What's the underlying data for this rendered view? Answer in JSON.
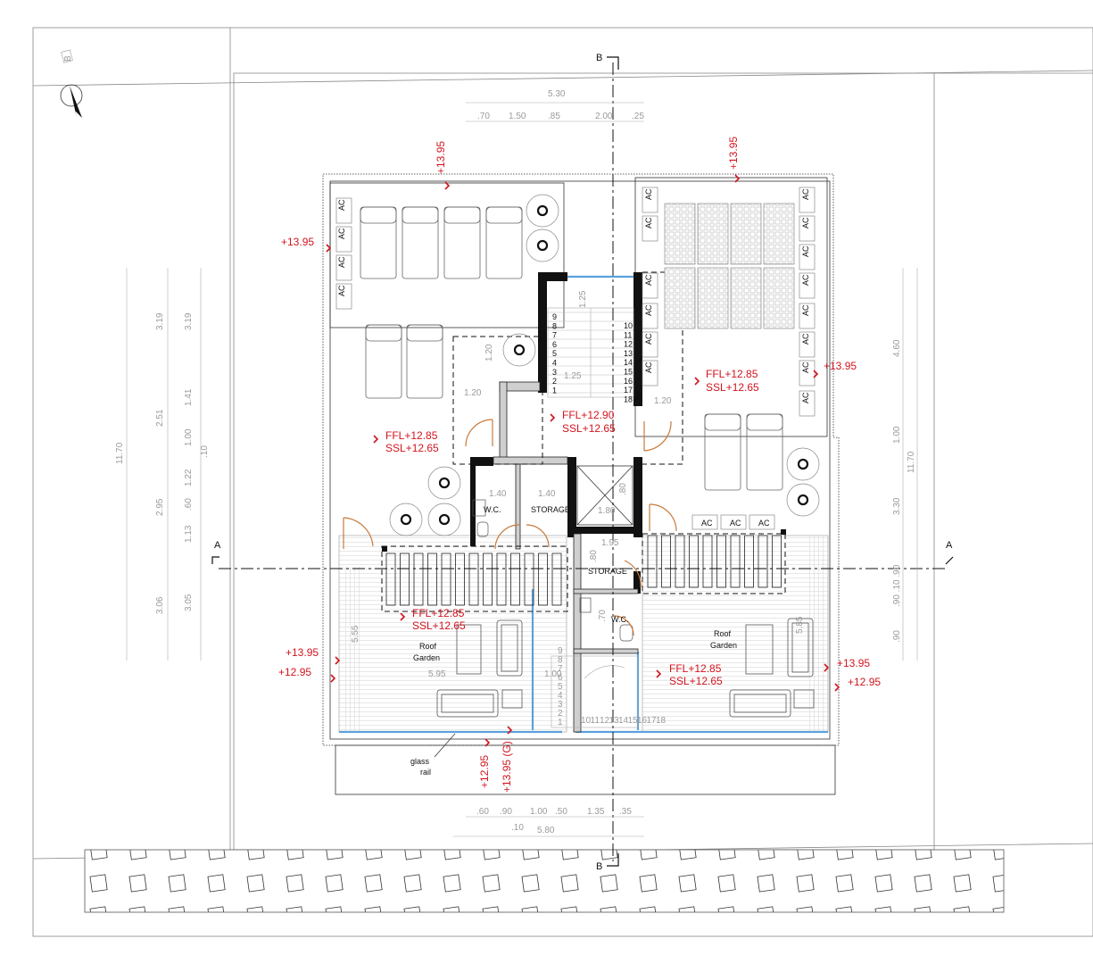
{
  "section_markers": {
    "a": "A",
    "b": "B"
  },
  "north_marker": "B",
  "ac_label": "AC",
  "levels": {
    "nw_parapet": "+13.95",
    "west_parapet": "+13.95",
    "ne_parapet": "+13.95",
    "east_parapet": "+13.95",
    "sw_upper": "+13.95",
    "sw_lower": "+12.95",
    "se_upper": "+13.95",
    "se_lower": "+12.95",
    "south_1": "+12.95",
    "south_2": "+13.95 (G)"
  },
  "floor_levels": {
    "stair_ffl": "FFL+12.90",
    "stair_ssl": "SSL+12.65",
    "west_ffl": "FFL+12.85",
    "west_ssl": "SSL+12.65",
    "east_ffl": "FFL+12.85",
    "east_ssl": "SSL+12.65",
    "garden_w_ffl": "FFL+12.85",
    "garden_w_ssl": "SSL+12.65",
    "garden_e_ffl": "FFL+12.85",
    "garden_e_ssl": "SSL+12.65"
  },
  "rooms": {
    "wc": "W.C.",
    "storage": "STORAGE",
    "roof": "Roof",
    "garden": "Garden",
    "glass": "glass",
    "rail": "rail"
  },
  "dims_top": {
    "total": "5.30",
    "parts": [
      ".70",
      "1.50",
      ".85",
      "2.00",
      ".25"
    ]
  },
  "dims_bottom": {
    "parts": [
      ".60",
      ".90",
      "1.00",
      ".50",
      "1.35",
      ".35"
    ],
    "small": ".10",
    "total": "5.80"
  },
  "dims_left_outer": [
    "3.19",
    "2.51",
    "2.95",
    "3.06"
  ],
  "dims_left_inner": [
    "3.19",
    "1.41",
    "1.00",
    "1.22",
    ".60",
    "1.13",
    "3.05"
  ],
  "dims_left_total": "11.70",
  "dims_left_small": ".10",
  "dims_right": {
    "d1": "4.60",
    "d2": "1.00",
    "d3": "3.30",
    "total": "11.70",
    "small": ".90 .10 .90",
    "d4": ".90"
  },
  "dims_interior": {
    "a": "1.20",
    "b": "1.20",
    "c": "1.20",
    "d": "1.25",
    "e": "1.25",
    "f": "1.40",
    "g": "1.40",
    "h": "1.80",
    "i": ".80",
    "j": "1.95",
    "k": ".80",
    "l": ".70",
    "m": "1.00",
    "n": "5.55",
    "o": "5.95",
    "p": "5.85"
  },
  "stair_upper": [
    "9",
    "8",
    "7",
    "6",
    "5",
    "4",
    "3",
    "2",
    "1",
    "10",
    "11",
    "12",
    "13",
    "14",
    "15",
    "16",
    "17",
    "18"
  ],
  "stair_lower": [
    "1",
    "2",
    "3",
    "4",
    "5",
    "6",
    "7",
    "8",
    "9",
    "10",
    "11",
    "12",
    "13",
    "14",
    "15",
    "16",
    "17",
    "18"
  ]
}
